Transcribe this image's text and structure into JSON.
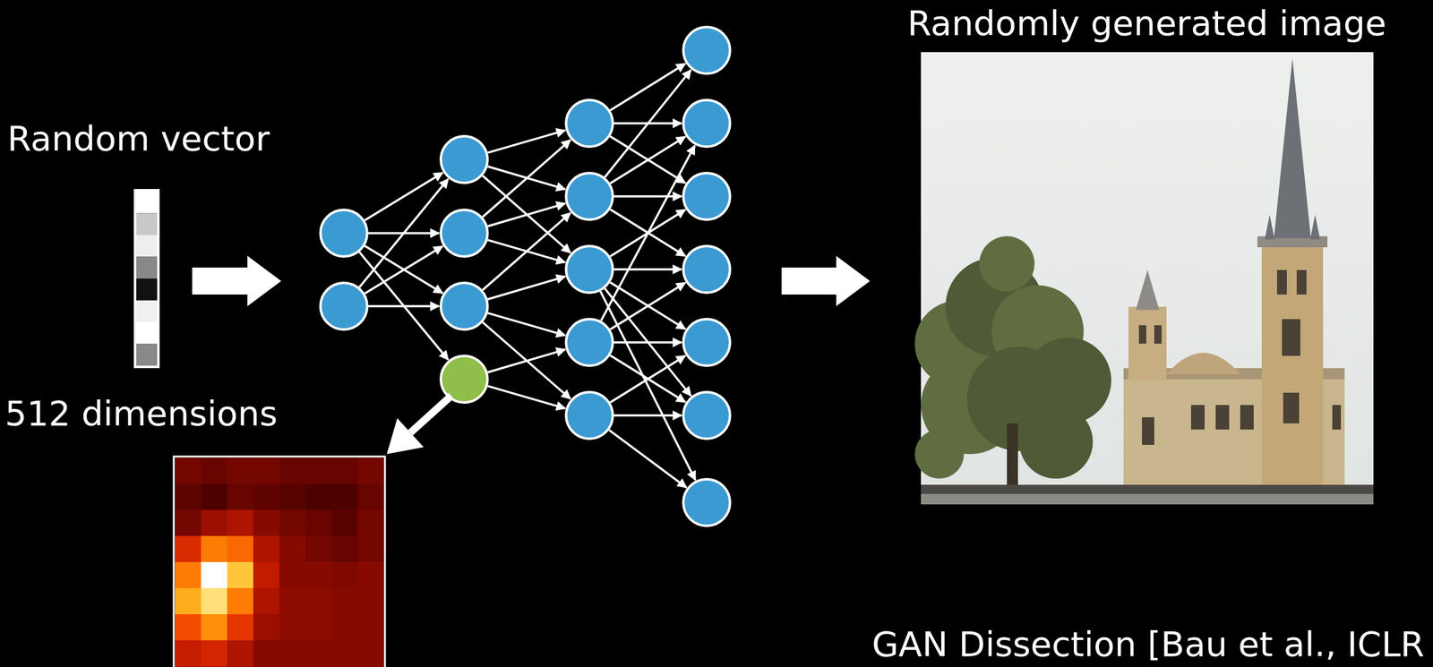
{
  "diagram": {
    "labels": [
      "Random vector",
      "512 dimensions",
      "Randomly generated image",
      "GAN Dissection [Bau et al., ICLR"
    ]
  }
}
